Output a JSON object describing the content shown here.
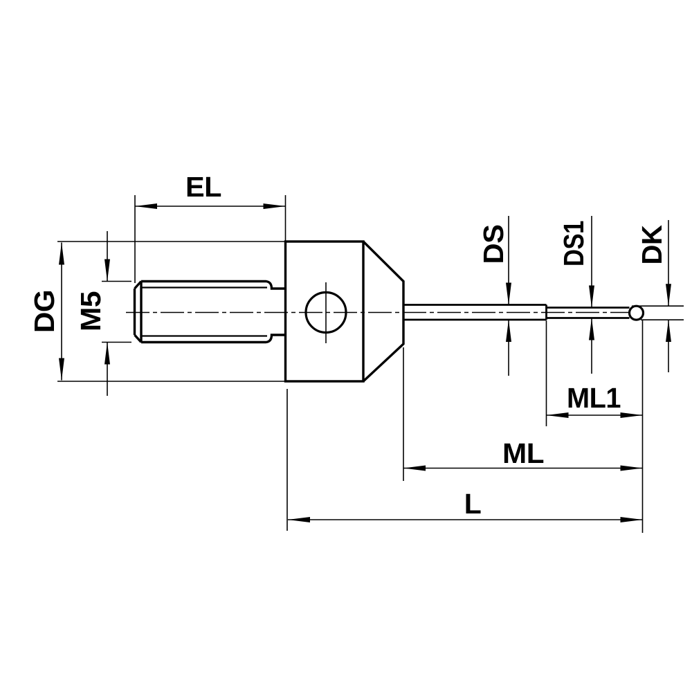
{
  "drawing": {
    "background_color": "#ffffff",
    "line_color": "#000000",
    "labels": {
      "el": "EL",
      "dg": "DG",
      "thread_size": "M5",
      "ds": "DS",
      "ds1": "DS1",
      "dk": "DK",
      "ml1": "ML1",
      "ml": "ML",
      "l": "L"
    }
  }
}
